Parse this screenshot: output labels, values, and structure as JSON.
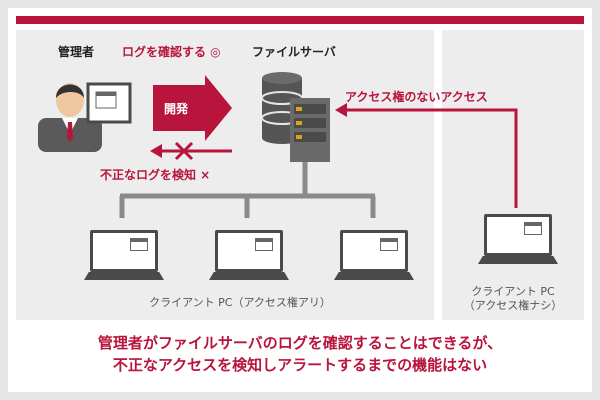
{
  "labels": {
    "admin": "管理者",
    "log_check": "ログを確認する ◎",
    "file_server": "ファイルサーバ",
    "open_arrow": "開発",
    "unauthorized_access": "アクセス権のないアクセス",
    "detect_fail": "不正なログを検知 ×",
    "clients_with_access": "クライアント PC（アクセス権アリ）",
    "client_no_access_line1": "クライアント PC",
    "client_no_access_line2": "（アクセス権ナシ）"
  },
  "caption": {
    "line1": "管理者がファイルサーバのログを確認することはできるが、",
    "line2": "不正なアクセスを検知しアラートするまでの機能はない"
  },
  "colors": {
    "accent": "#b8143c",
    "line_gray": "#8a8a8a",
    "panel_bg": "#ededed"
  }
}
